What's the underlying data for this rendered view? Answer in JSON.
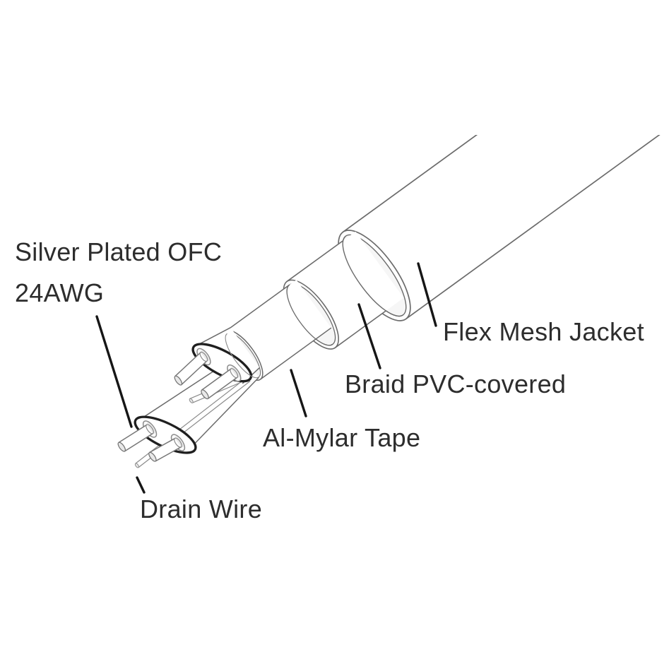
{
  "diagram": {
    "type": "technical-illustration",
    "subject": "shielded audio cable construction cutaway",
    "labels": {
      "conductor_line1": "Silver Plated OFC",
      "conductor_line2": "24AWG",
      "jacket": "Flex Mesh Jacket",
      "braid": "Braid PVC-covered",
      "tape": "Al-Mylar Tape",
      "drain": "Drain Wire"
    },
    "colors": {
      "background": "#ffffff",
      "outline": "#6b6b6b",
      "bold_outline": "#1f1f1f",
      "callout_line": "#161616",
      "text": "#2d2d2d",
      "inner_shade": "#f2f2f2",
      "wire_tip_shade": "#e8e8e8"
    }
  }
}
